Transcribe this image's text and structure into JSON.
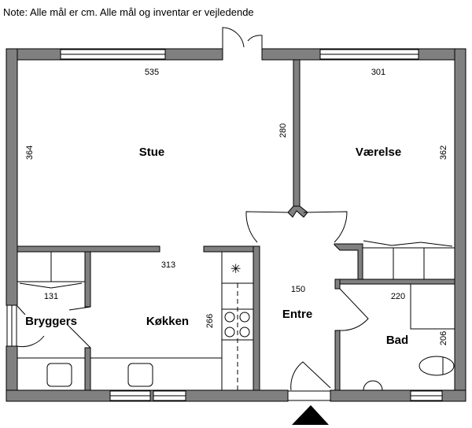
{
  "note": "Note: Alle mål er cm. Alle mål og inventar er vejledende",
  "rooms": {
    "stue": "Stue",
    "vaerelse": "Værelse",
    "kokken": "Køkken",
    "bryggers": "Bryggers",
    "entre": "Entre",
    "bad": "Bad"
  },
  "dimensions": {
    "stue_width": "535",
    "stue_height": "364",
    "stue_height_right": "280",
    "vaerelse_width": "301",
    "vaerelse_height": "362",
    "kokken_width": "313",
    "kokken_height": "266",
    "bryggers_width": "131",
    "entre_width": "150",
    "bad_width": "220",
    "bad_height": "206"
  },
  "colors": {
    "wall": "#808080",
    "line": "#000000"
  }
}
